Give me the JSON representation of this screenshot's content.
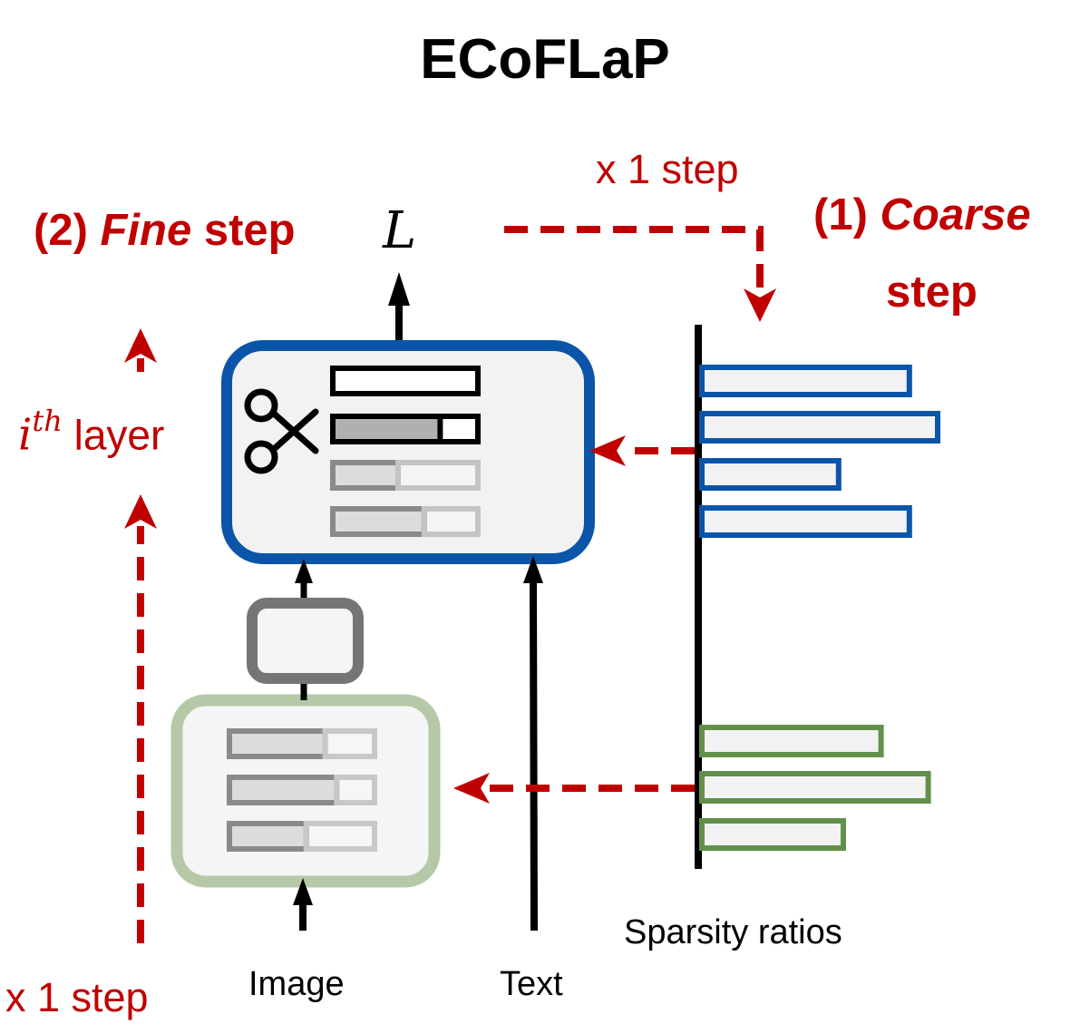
{
  "title": "ECoFLaP",
  "fine_step": {
    "prefix": "(2) ",
    "emph": "Fine",
    "suffix": " step"
  },
  "coarse_step": {
    "prefix": "(1) ",
    "emph": "Coarse",
    "line2": "step"
  },
  "loss_symbol": "L",
  "layer_label": {
    "base": "i",
    "sup": "th",
    "word": " layer"
  },
  "top_repeat": "x 1 step",
  "bottom_repeat": "x 1 step",
  "labels": {
    "image": "Image",
    "text": "Text",
    "sparsity": "Sparsity ratios"
  },
  "colors": {
    "red": "#c00000",
    "blue": "#0b55a8",
    "green": "#62904b",
    "sage": "#b5c9a8",
    "box_fill": "#f2f2f2"
  },
  "sparsity": {
    "language_bars": [
      0.44,
      0.5,
      0.29,
      0.44
    ],
    "vision_bars": [
      0.38,
      0.48,
      0.3
    ]
  },
  "kept_fraction": {
    "language_rows": [
      1.0,
      0.74,
      0.45,
      0.63
    ],
    "vision_rows": [
      0.66,
      0.74,
      0.53
    ]
  },
  "icons": {
    "scissors": "scissors-icon"
  }
}
